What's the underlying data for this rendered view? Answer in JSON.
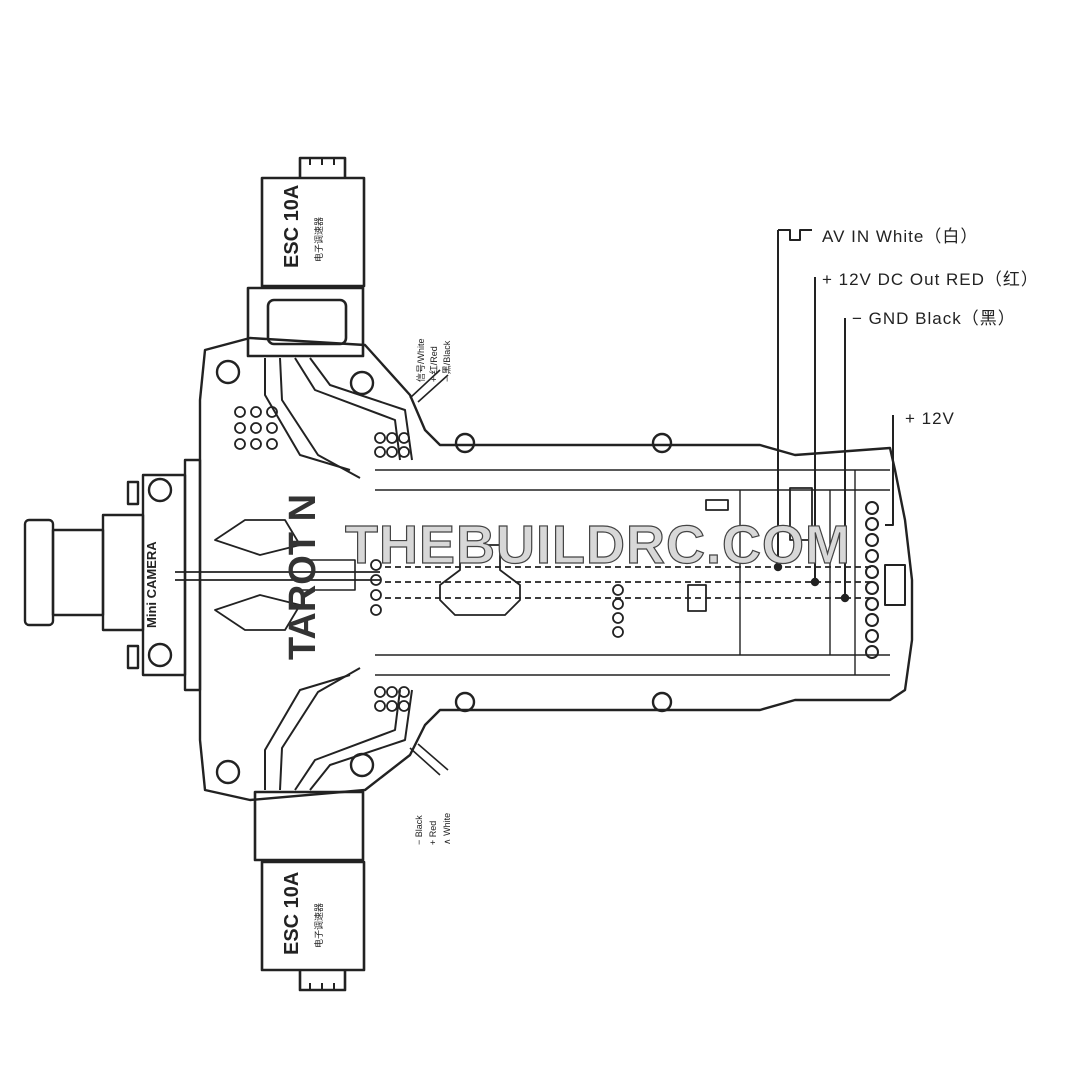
{
  "diagram": {
    "watermark": "THEBUILDRC.COM",
    "camera_label": "Mini CAMERA",
    "board_marking": "TAROT N",
    "esc_top": {
      "title": "ESC 10A",
      "subtitle": "电子调速器"
    },
    "esc_bottom": {
      "title": "ESC 10A",
      "subtitle": "电子调速器"
    },
    "wires": {
      "av_in": "AV IN White（白）",
      "dc_out": "+ 12V DC Out RED（红）",
      "gnd": "− GND Black（黑）",
      "power_in": "+ 12V"
    },
    "lead_labels_top": [
      "信号/White",
      "+ 红/Red",
      "− 黑/Black"
    ],
    "lead_labels_bottom": [
      "− Black",
      "+ Red",
      "∧ White"
    ],
    "colors": {
      "line": "#222222",
      "background": "#ffffff"
    }
  }
}
